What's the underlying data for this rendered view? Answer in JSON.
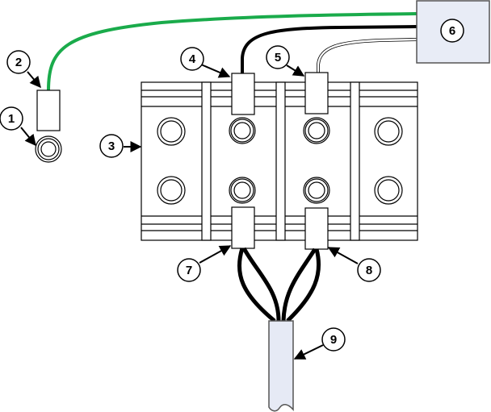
{
  "colors": {
    "ground_wire": "#1aab4b",
    "hot_wire": "#000000",
    "enclosure_fill": "#e8ecf6",
    "cable_fill": "#e6eaf5"
  },
  "callouts": [
    {
      "label": "1",
      "target": "ring-terminal-ground"
    },
    {
      "label": "2",
      "target": "ground-wire-crimp"
    },
    {
      "label": "3",
      "target": "terminal-block"
    },
    {
      "label": "4",
      "target": "crimp-lug-top-left"
    },
    {
      "label": "5",
      "target": "crimp-lug-top-right"
    },
    {
      "label": "6",
      "target": "enclosure-box"
    },
    {
      "label": "7",
      "target": "crimp-lug-bottom-left"
    },
    {
      "label": "8",
      "target": "crimp-lug-bottom-right"
    },
    {
      "label": "9",
      "target": "multi-conductor-cable"
    }
  ]
}
